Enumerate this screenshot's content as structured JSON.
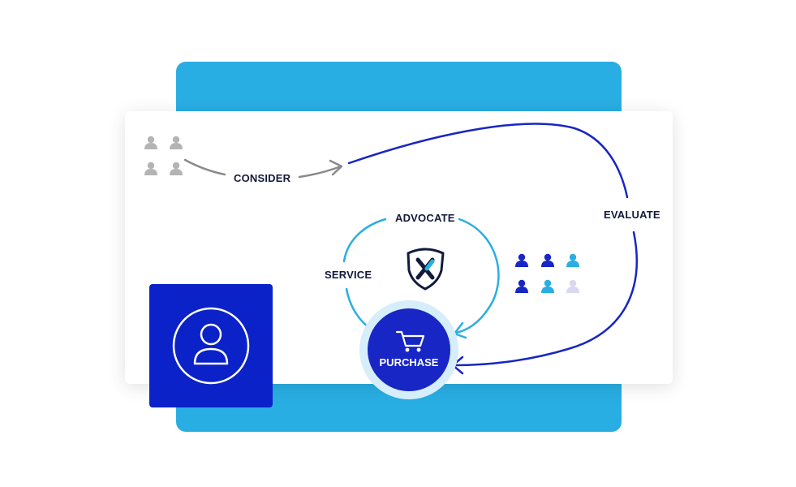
{
  "stages": {
    "consider": "CONSIDER",
    "evaluate": "EVALUATE",
    "advocate": "ADVOCATE",
    "service": "SERVICE",
    "purchase": "PURCHASE"
  },
  "icons": {
    "user": "user-icon",
    "shopping_cart": "shopping-cart-icon",
    "shield_logo": "shield-x-logo-icon",
    "person": "person-icon"
  },
  "colors": {
    "primary_blue": "#29aee3",
    "dark_blue": "#0a22c8",
    "navy": "#141a3c",
    "arrow_gray": "#8a8a8a",
    "light_cyan": "#29aee3",
    "lavender": "#d8d8f0",
    "person_gray": "#b4b4b4"
  }
}
